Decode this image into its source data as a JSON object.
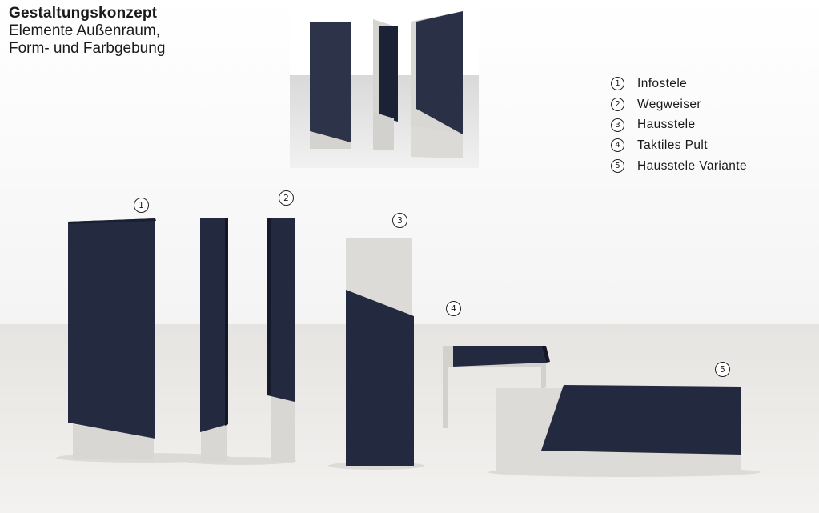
{
  "title": {
    "line1": "Gestaltungskonzept",
    "line2": "Elemente Außenraum,",
    "line3": "Form- und Farbgebung"
  },
  "legend": [
    {
      "num": "1",
      "label": "Infostele"
    },
    {
      "num": "2",
      "label": "Wegweiser"
    },
    {
      "num": "3",
      "label": "Hausstele"
    },
    {
      "num": "4",
      "label": "Taktiles Pult"
    },
    {
      "num": "5",
      "label": "Hausstele Variante"
    }
  ],
  "markers": [
    "1",
    "2",
    "3",
    "4",
    "5"
  ],
  "colors": {
    "panel": "#232a40",
    "panel_edge": "#141826",
    "base": "#dcdad6",
    "floor": "#eceae7",
    "backdrop": "#fafafa"
  }
}
